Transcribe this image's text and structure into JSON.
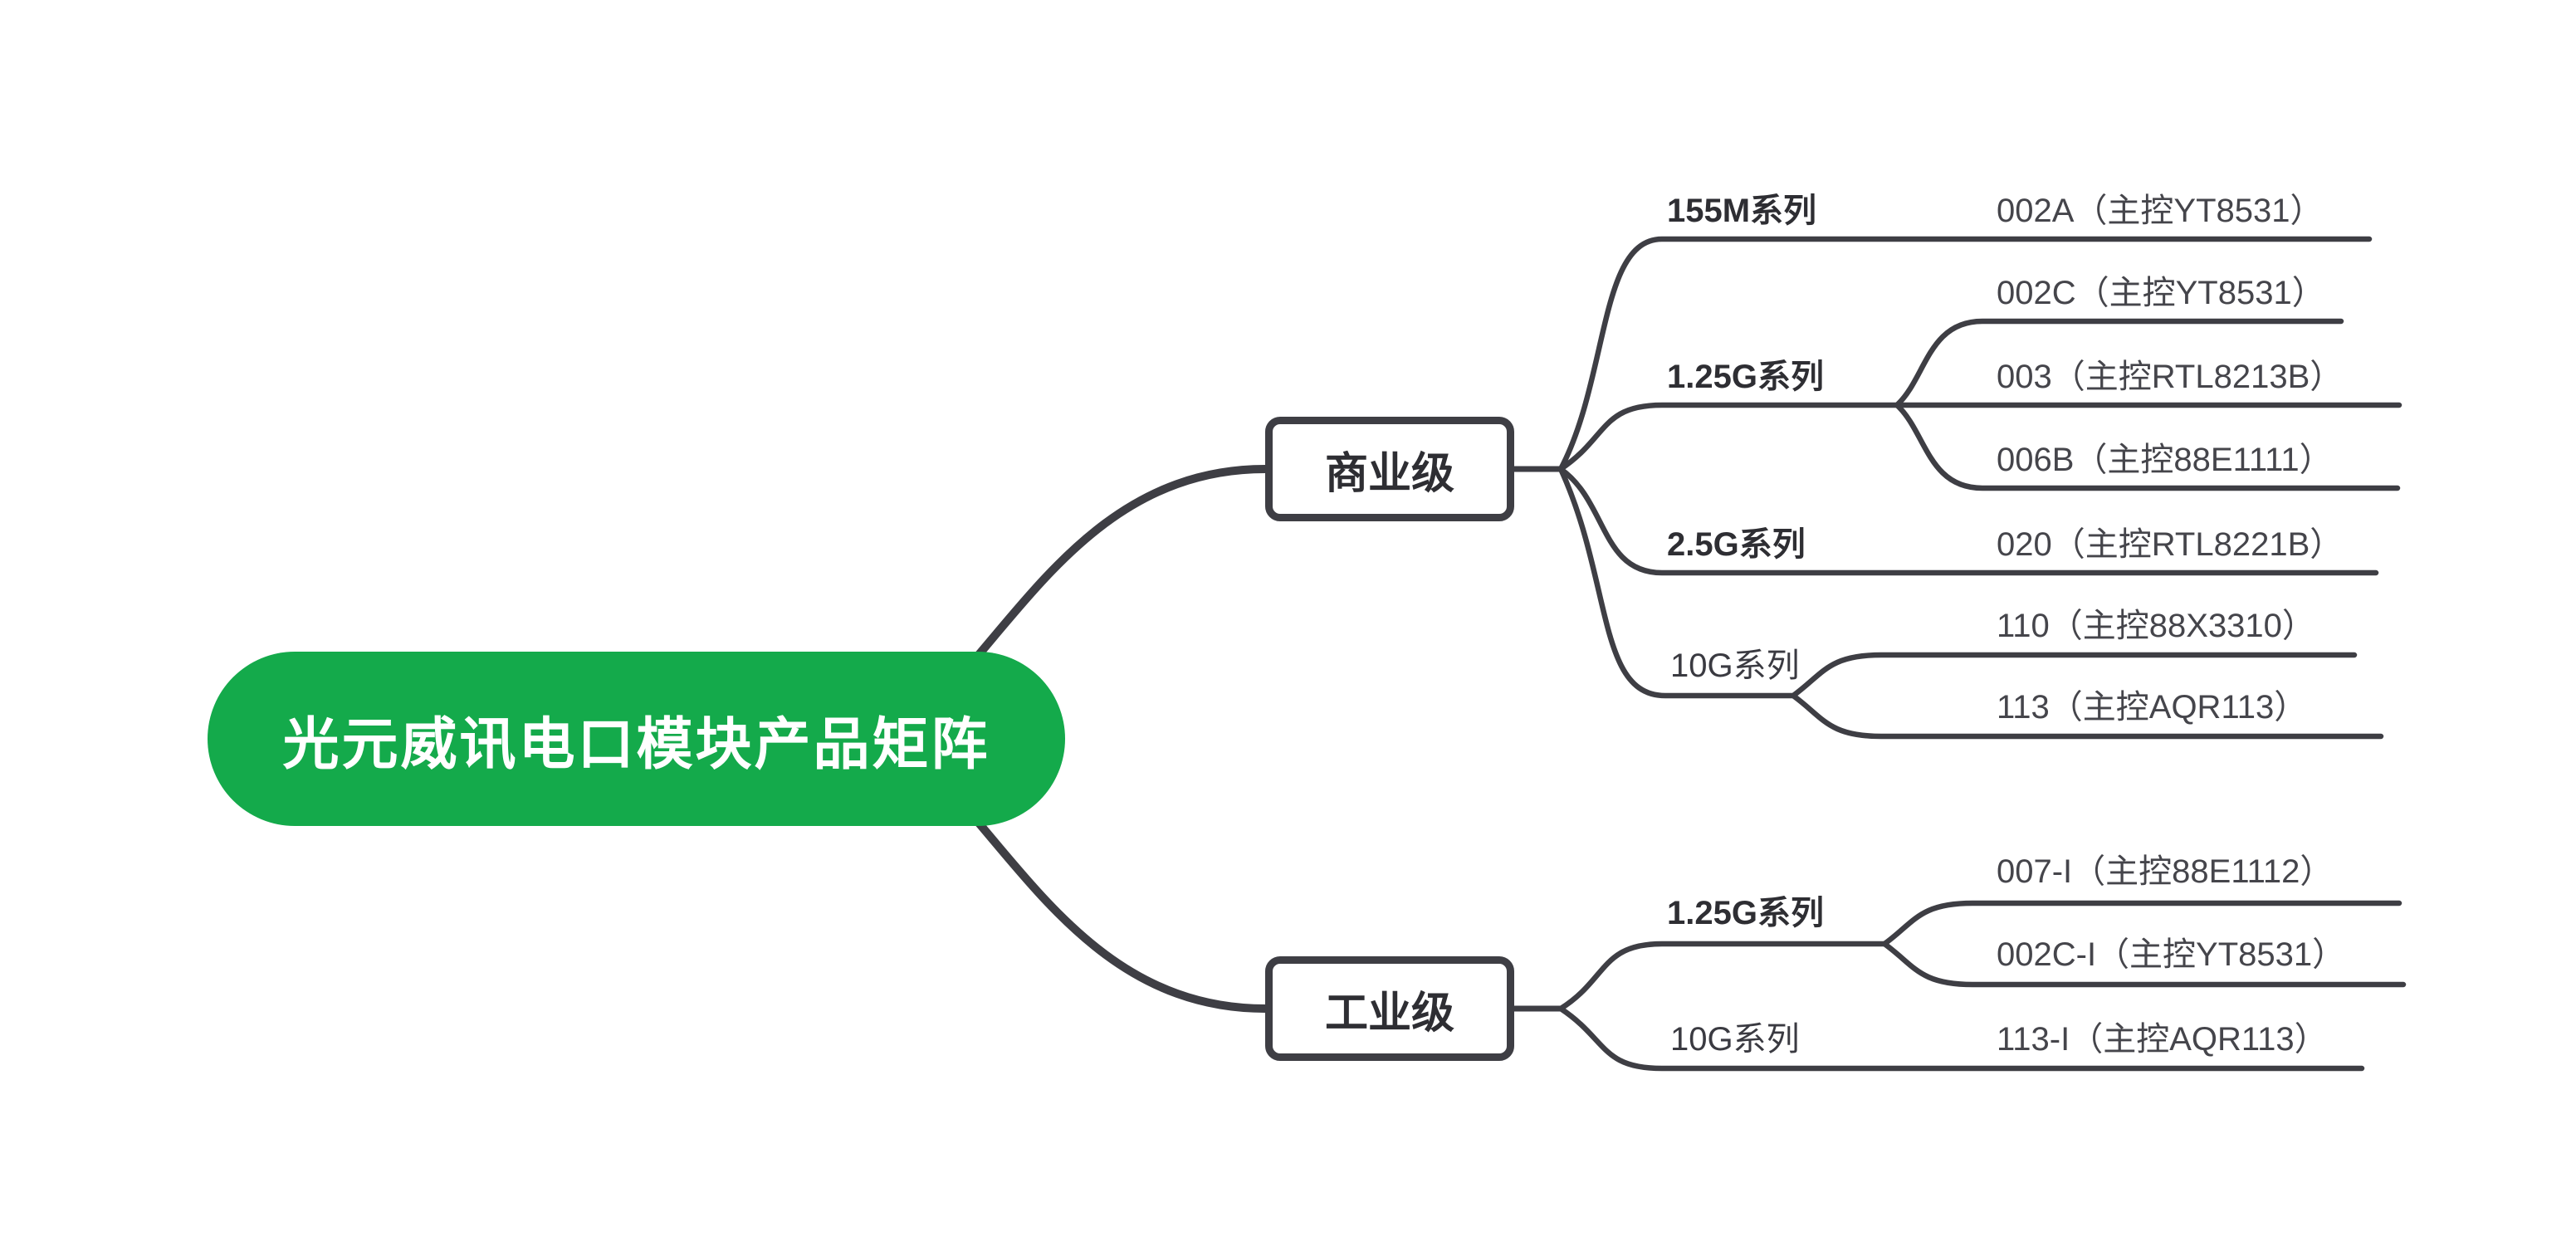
{
  "colors": {
    "root_bg": "#14AA4B",
    "root_text": "#FFFFFF",
    "line": "#3E3E44",
    "branch_text": "#2E2E33",
    "leaf_text": "#45454B",
    "canvas_bg": "#FFFFFF"
  },
  "root": {
    "label": "光元威讯电口模块产品矩阵"
  },
  "branches": [
    {
      "label": "商业级",
      "series": [
        {
          "label": "155M系列",
          "emphasis": "bold",
          "products": [
            "002A（主控YT8531）"
          ]
        },
        {
          "label": "1.25G系列",
          "emphasis": "bold",
          "products": [
            "002C（主控YT8531）",
            "003（主控RTL8213B）",
            "006B（主控88E1111）"
          ]
        },
        {
          "label": "2.5G系列",
          "emphasis": "bold",
          "products": [
            "020（主控RTL8221B）"
          ]
        },
        {
          "label": "10G系列",
          "emphasis": "regular",
          "products": [
            "110（主控88X3310）",
            "113（主控AQR113）"
          ]
        }
      ]
    },
    {
      "label": "工业级",
      "series": [
        {
          "label": "1.25G系列",
          "emphasis": "bold",
          "products": [
            "007-I（主控88E1112）",
            "002C-I（主控YT8531）"
          ]
        },
        {
          "label": "10G系列",
          "emphasis": "regular",
          "products": [
            "113-I（主控AQR113）"
          ]
        }
      ]
    }
  ]
}
